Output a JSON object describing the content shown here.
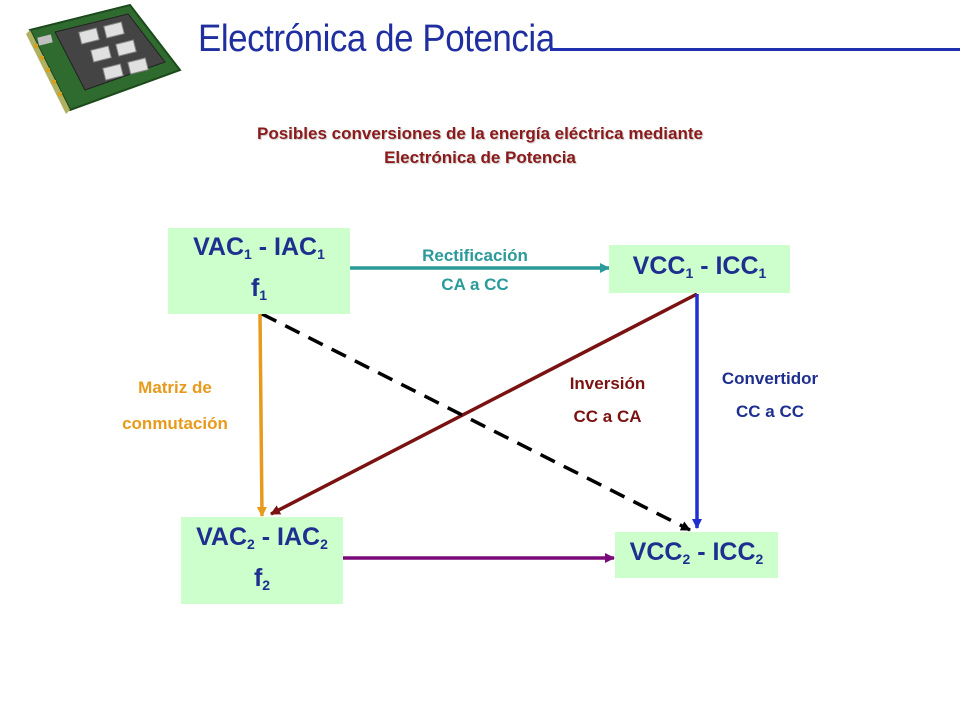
{
  "header": {
    "title": "Electrónica de Potencia",
    "logo_icon": "power-module-board"
  },
  "subtitle": {
    "line1": "Posibles conversiones de la energía eléctrica mediante",
    "line2": "Electrónica de Potencia"
  },
  "nodes": {
    "ac1": {
      "main": "VAC",
      "sub1": "1",
      "sep": " - IAC",
      "sub2": "1",
      "freq": "f",
      "freq_sub": "1"
    },
    "dc1": {
      "main": "VCC",
      "sub1": "1",
      "sep": " - ICC",
      "sub2": "1"
    },
    "ac2": {
      "main": "VAC",
      "sub1": "2",
      "sep": " - IAC",
      "sub2": "2",
      "freq": "f",
      "freq_sub": "2"
    },
    "dc2": {
      "main": "VCC",
      "sub1": "2",
      "sep": " - ICC",
      "sub2": "2"
    }
  },
  "edges": {
    "rectification": {
      "line1": "Rectificación",
      "line2": "CA a CC",
      "color": "#2a9a9a"
    },
    "matrix": {
      "line1": "Matriz de",
      "line2": "conmutación",
      "color": "#e89a1c"
    },
    "inversion": {
      "line1": "Inversión",
      "line2": "CC a CA",
      "color": "#7a1212"
    },
    "dcdc": {
      "line1": "Convertidor",
      "line2": "CC a CC",
      "color": "#1f2fd0"
    },
    "ac2_to_dc2": {
      "color": "#7a0a7a"
    },
    "ac1_to_dc2": {
      "color": "#000000"
    }
  },
  "colors": {
    "node_fill": "#ccffcc",
    "node_text": "#1f2f8f",
    "title": "#1f2f9f",
    "subtitle": "#8b1a1a"
  }
}
